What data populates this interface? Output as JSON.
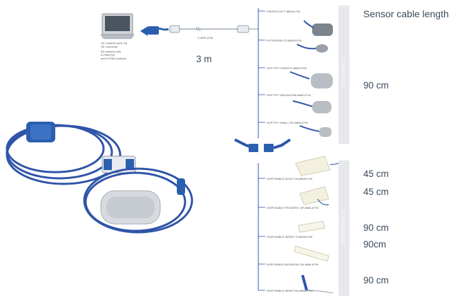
{
  "heading": "Sensor cable length",
  "trunk_cable": {
    "label": "3 m",
    "part_label": "X-4600 (3m)"
  },
  "monitor_note": [
    "GE CARESCAPE GE",
    "GE connector",
    "All monitors with",
    "E-PRESTN",
    "and E-PSM modules"
  ],
  "groups": {
    "reusable": "REUSABLE",
    "disposable": "DISPOSABLE"
  },
  "reusable_sensors": [
    {
      "name": "FINGERCLIP F-8808-8 FM"
    },
    {
      "name": "EXTENSION CS-8808-8 FM"
    },
    {
      "name": "SOFTTIP* LARGE R-8808-8 FM"
    },
    {
      "name": "SOFTTIP* MEDIUM RM-8808-8 FM"
    },
    {
      "name": "SOFTTIP* SMALL RS-8808-8 FM"
    }
  ],
  "disposable_sensors": [
    {
      "name": "DISPOSABLE ADULT DA-8808-8 FM"
    },
    {
      "name": "DISPOSABLE PEDIATRIC DP-8808-8 FM"
    },
    {
      "name": "DISPOSABLE INFANT DI-8808-8 FM"
    },
    {
      "name": "DISPOSABLE NEONATAL DN-8808-8 FM"
    },
    {
      "name": "DISPOSABLE WRAP DW-8808-8 FM"
    }
  ],
  "lengths": {
    "reusable": "90 cm",
    "disposable_adult": "45 cm",
    "disposable_pediatric": "45 cm",
    "disposable_infant": "90 cm",
    "disposable_neonatal": "90cm",
    "disposable_wrap": "90 cm"
  },
  "colors": {
    "cable_blue": "#2f54a8",
    "connector_blue": "#2a5fb0",
    "text": "#3a4a5c",
    "group_bar": "#e6e8ec"
  }
}
